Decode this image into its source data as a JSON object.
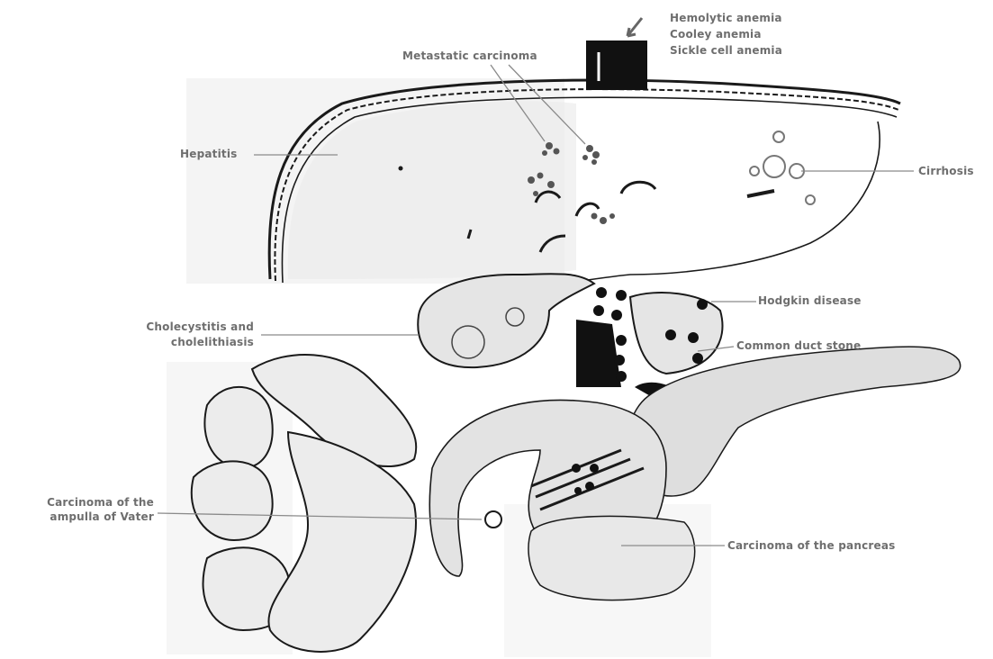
{
  "labels": {
    "hemolytic": "Hemolytic anemia",
    "cooley": "Cooley anemia",
    "sickle": "Sickle cell anemia",
    "metastatic": "Metastatic carcinoma",
    "hepatitis": "Hepatitis",
    "cirrhosis": "Cirrhosis",
    "hodgkin": "Hodgkin disease",
    "cholecystitis_1": "Cholecystitis and",
    "cholecystitis_2": "cholelithiasis",
    "common_duct": "Common duct stone",
    "ampulla_1": "Carcinoma of the",
    "ampulla_2": "ampulla of Vater",
    "pancreas": "Carcinoma of the pancreas"
  },
  "colors": {
    "ink": "#1a1a1a",
    "label": "#6e6e6e",
    "shade": "#d6d6d6",
    "panel": "#f3f3f3"
  }
}
